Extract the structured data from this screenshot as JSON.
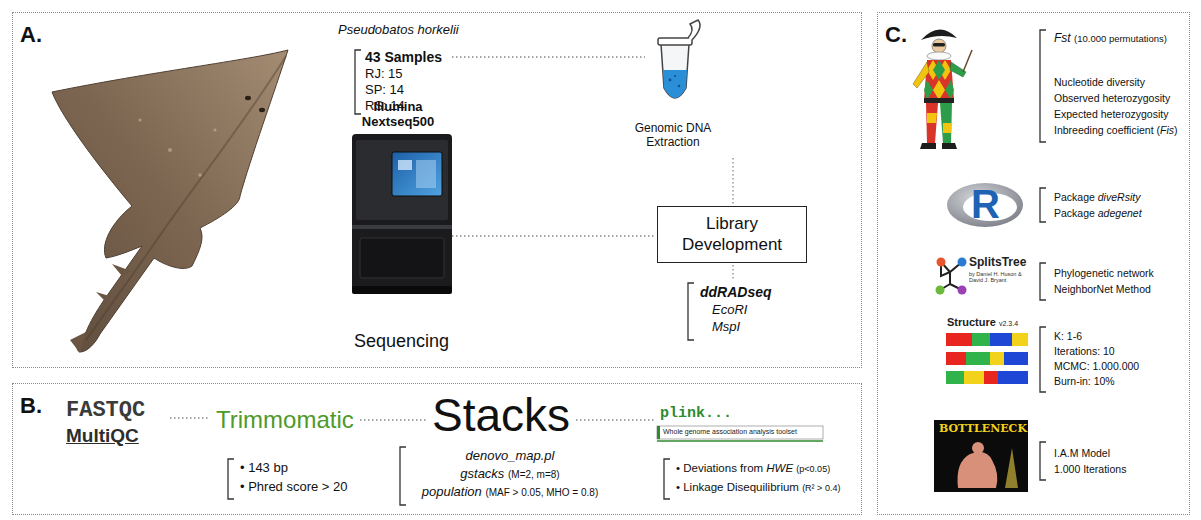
{
  "diagram": {
    "nodes": [
      {
        "text": [
          "A."
        ]
      },
      {
        "text": [
          "Library Development"
        ],
        "in": 0
      },
      {
        "text": [
          "B."
        ]
      },
      {
        "text": [
          "C."
        ]
      }
    ],
    "labels": [
      "Pseudobatos horkelii",
      "43 Samples",
      "RJ: 15",
      "SP: 14",
      "RS: 14",
      "Genomic DNA Extraction",
      "Illumina Nextseq500",
      "Sequencing",
      "ddRADseq",
      "EcoRI",
      "MspI",
      "FASTQC",
      "MultiQC",
      "Trimmomatic",
      "Stacks",
      "plink...",
      "Whole genome association analysis toolset",
      "• 143 bp",
      "• Phred score > 20",
      "denovo_map.pl",
      "gstacks (M=2, m=8)",
      "population (MAF > 0.05, MHO = 0.8)",
      "• Deviations from HWE (p<0.05)",
      "• Linkage Disequilibrium (R² > 0.4)",
      "Fst (10.000 permutations)",
      "Nucleotide diversity",
      "Observed heterozygosity",
      "Expected heterozygosity",
      "Inbreeding coefficient (Fis)",
      "Package diveRsity",
      "Package adegenet",
      "Phylogenetic network",
      "NeighborNet Method",
      "K: 1-6",
      "Iterations: 10",
      "MCMC: 1.000.000",
      "Burn-in: 10%",
      "I.A.M Model",
      "1.000 Iterations",
      "R",
      "SplitsTree",
      "by Daniel H. Huson & David J. Bryant",
      "Structure v2.3.4",
      "BOTTLENECK"
    ]
  }
}
